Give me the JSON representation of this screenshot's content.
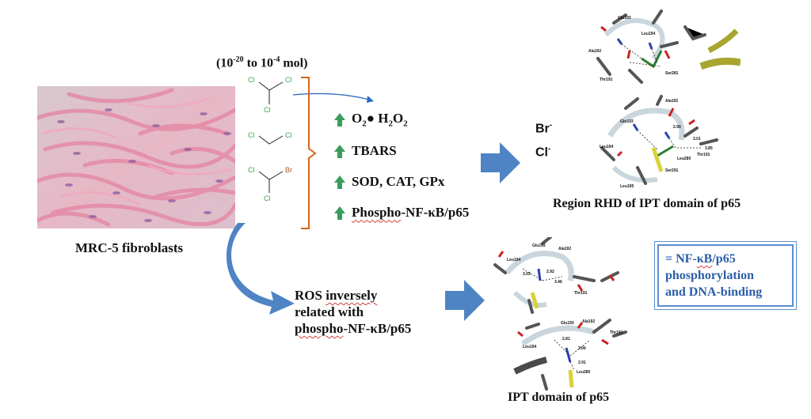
{
  "concentration": {
    "prefix": "(10",
    "exp1": "-20",
    "mid": " to 10",
    "exp2": "-4",
    "suffix": " mol)"
  },
  "cell_label": "MRC-5 fibroblasts",
  "molecules": [
    {
      "atoms": [
        "Cl",
        "Cl",
        "Cl"
      ]
    },
    {
      "atoms": [
        "Cl",
        "Cl"
      ]
    },
    {
      "atoms": [
        "Cl",
        "Br",
        "Cl"
      ]
    }
  ],
  "effects": [
    {
      "text_a": "O",
      "sub_a": "2",
      "dot": "●",
      "text_b": " H",
      "sub_b": "2",
      "text_c": "O",
      "sub_c": "2"
    },
    {
      "label": "TBARS"
    },
    {
      "label": "SOD, CAT, GPx"
    },
    {
      "prefix": "Phospho",
      "label": "-NF-κB/p65"
    }
  ],
  "ions": {
    "br": "Br",
    "br_sup": "-",
    "cl": "Cl",
    "cl_sup": "-"
  },
  "ros_text": {
    "line1_a": "ROS ",
    "line1_b": "inversely",
    "line2": "related with",
    "line3_a": "phospho",
    "line3_b": "-NF-κB/p65"
  },
  "rhd_caption": "Region RHD of IPT domain of p65",
  "ipt_caption": "IPT domain of p65",
  "result": {
    "line1_a": "= NF-",
    "line1_b": "κB",
    "line1_c": "/p65",
    "line2": "phosphorylation",
    "line3": "and DNA-binding"
  },
  "structure_labels": {
    "top": [
      "Glu193",
      "Leu194",
      "Ala192",
      "Thr191",
      "Ser281"
    ],
    "rhd": [
      "Ala192",
      "Glu193",
      "2.90",
      "3.01",
      "3.85",
      "Thr191",
      "Leu194",
      "Leu280",
      "Ser291",
      "Leu195"
    ],
    "ipt1": [
      "Glu193",
      "Ala192",
      "Leu194",
      "3.03",
      "2.92",
      "3.46",
      "Thr191"
    ],
    "ipt2": [
      "Glu193",
      "Ala192",
      "Leu194",
      "2.81",
      "3.06",
      "Thr191",
      "2.91",
      "Leu280"
    ]
  },
  "colors": {
    "accent_arrow": "#4f84c4",
    "bracket": "#d9641e",
    "increase": "#3a9d5d",
    "result_text": "#2b5ea8"
  }
}
